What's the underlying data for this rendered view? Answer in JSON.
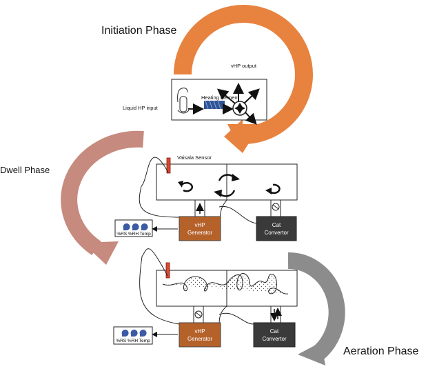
{
  "phases": {
    "initiation": "Initiation Phase",
    "dwell": "Dwell Phase",
    "aeration": "Aeration Phase"
  },
  "labels": {
    "vhp_output": "vHP output",
    "liquid_hp_input": "Liquid HP input",
    "heating_element": "Heating element",
    "vaisala_sensor": "Vaisala Sensor"
  },
  "units": {
    "dwell": {
      "generator_line1": "vHP",
      "generator_line2": "Generator",
      "convertor_line1": "Cat",
      "convertor_line2": "Convertor",
      "readout": "%RS %RH Temp"
    },
    "aeration": {
      "generator_line1": "vHP",
      "generator_line2": "Generator",
      "convertor_line1": "Cat",
      "convertor_line2": "Convertor",
      "readout": "%RS %RH Temp"
    }
  },
  "colors": {
    "initiation_arrow": "#E8823F",
    "dwell_arrow": "#C68A7E",
    "aeration_arrow": "#8C8C8C",
    "generator": "#B5612A",
    "convertor": "#3A3A3A",
    "sensor": "#D9482F",
    "heating_element": "#2F5597",
    "dial": "#3B5BA5"
  }
}
